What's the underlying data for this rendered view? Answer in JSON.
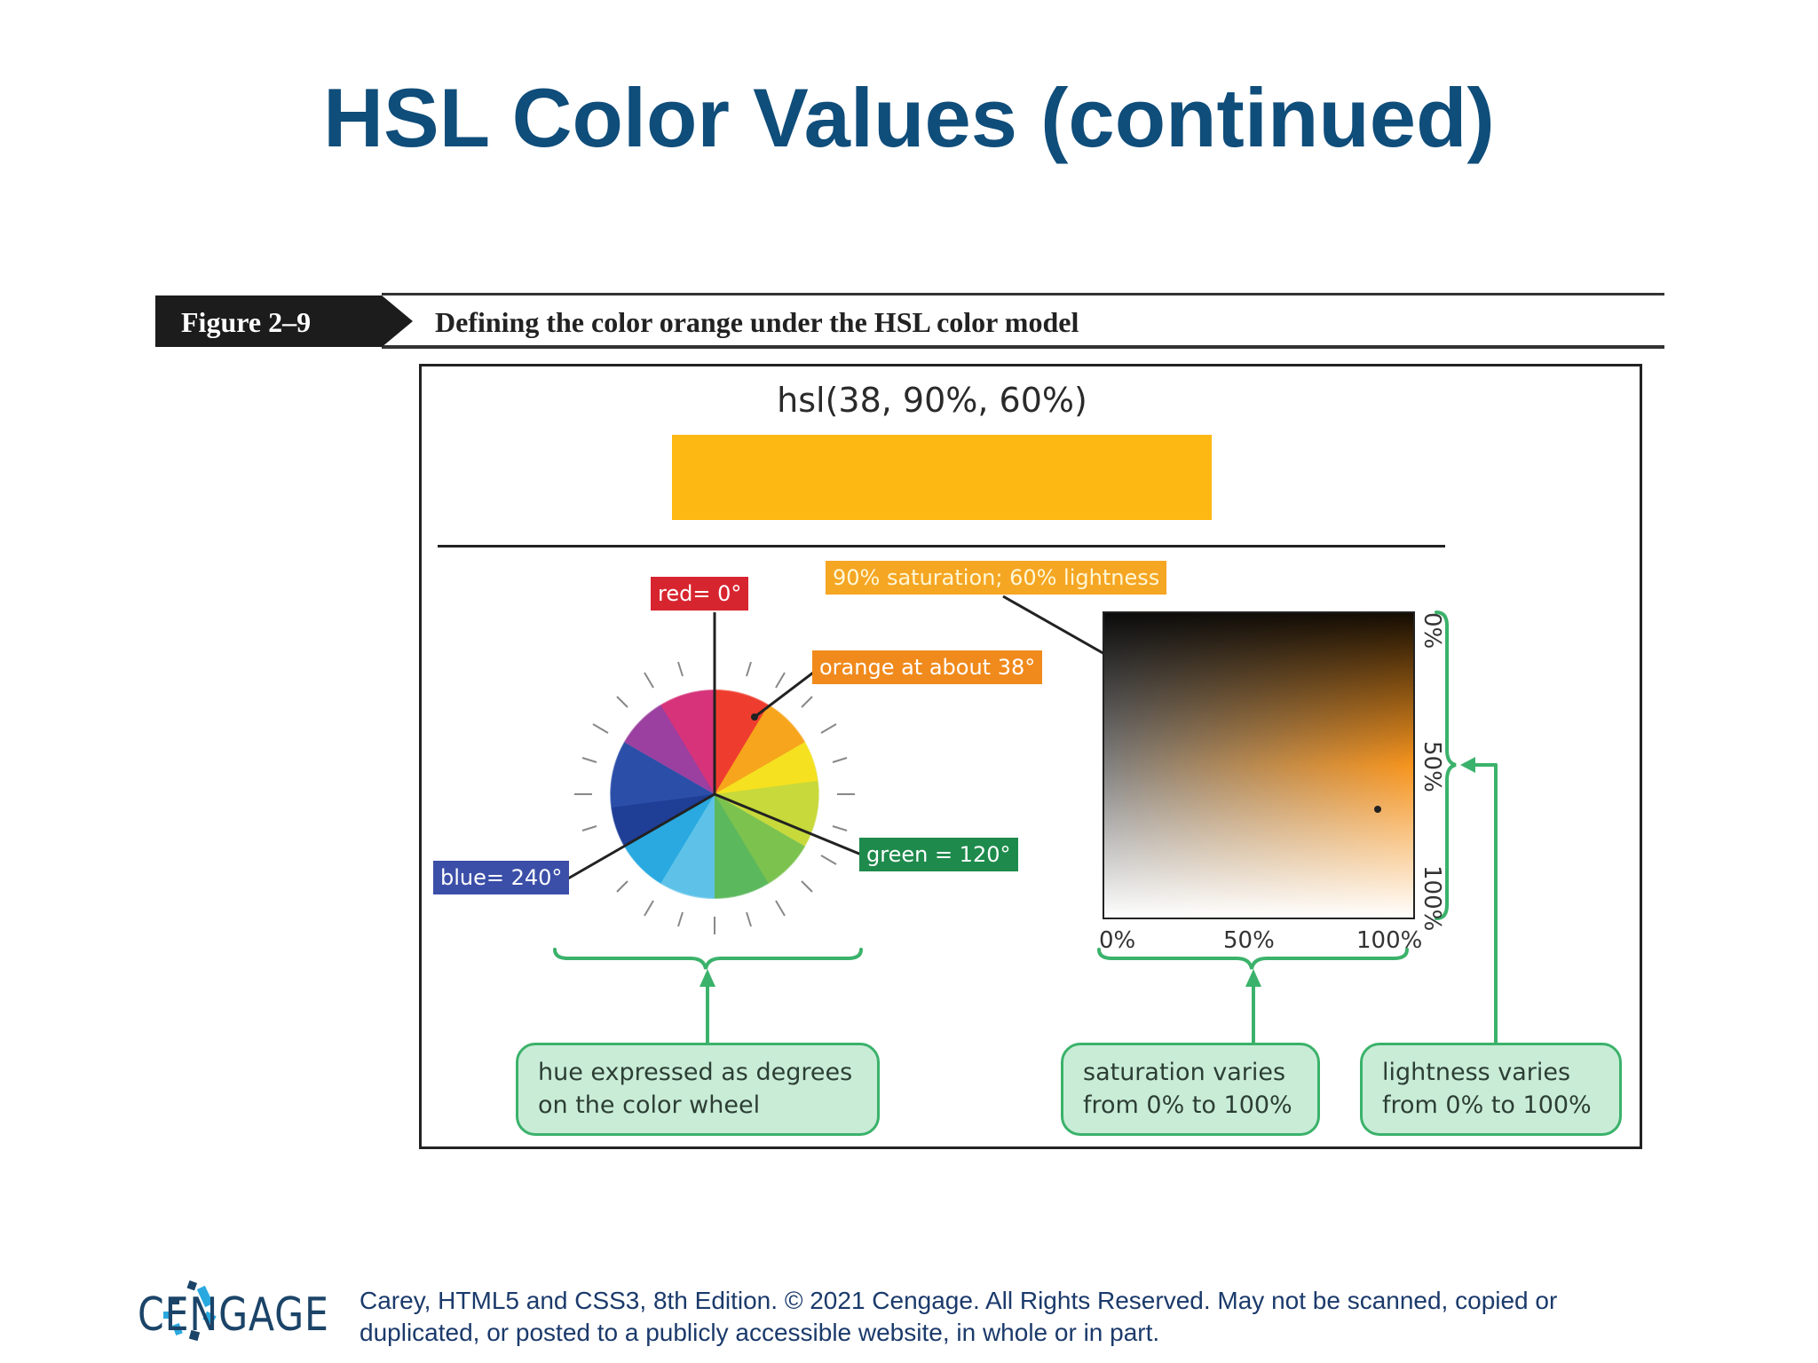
{
  "slide": {
    "title": "HSL Color Values (continued)"
  },
  "figure": {
    "number": "Figure 2–9",
    "caption": "Defining the color orange under the HSL color model",
    "code": "hsl(38, 90%, 60%)",
    "swatch_color": "#fdb813",
    "tags": {
      "red": "red= 0°",
      "saturation_lightness": "90% saturation; 60% lightness",
      "orange": "orange at about 38°",
      "green": "green = 120°",
      "blue": "blue= 240°"
    },
    "saturation_axis": {
      "start": "0%",
      "mid": "50%",
      "end": "100%"
    },
    "lightness_axis": {
      "start": "0%",
      "mid": "50%",
      "end": "100%"
    },
    "callouts": {
      "hue": [
        "hue expressed as degrees",
        "on the color wheel"
      ],
      "saturation": [
        "saturation varies",
        "from 0% to 100%"
      ],
      "lightness": [
        "lightness varies",
        "from 0% to 100%"
      ]
    },
    "colors": {
      "callout_fill": "#c9ecd7",
      "callout_border": "#3bb26b",
      "red_tag": "#d7252f",
      "orange_tag": "#f08a1c",
      "green_tag": "#1e8a4c",
      "blue_tag": "#3b4fa8"
    }
  },
  "footer": {
    "brand": "CENGAGE",
    "copyright_line1": "Carey, HTML5 and CSS3, 8th Edition. © 2021 Cengage. All Rights Reserved. May not be scanned, copied or",
    "copyright_line2": "duplicated, or posted to a publicly accessible website, in whole or in part."
  }
}
